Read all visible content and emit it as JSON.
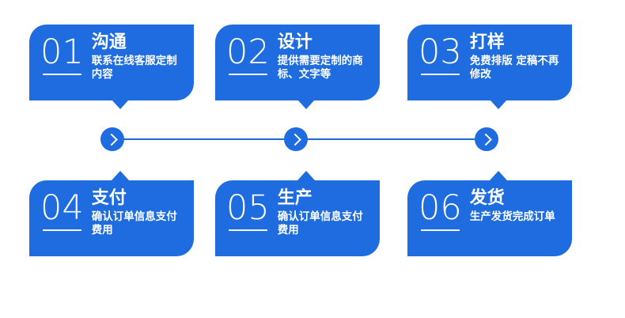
{
  "colors": {
    "card_background": "#1e6ce0",
    "connector_line": "#1b6bd6",
    "connector_dot": "#1e6ce0",
    "text": "#ffffff",
    "page_background": "#ffffff"
  },
  "steps": [
    {
      "number": "01",
      "title": "沟通",
      "desc": "联系在线客服定制内容",
      "row": 1,
      "column": 1
    },
    {
      "number": "02",
      "title": "设计",
      "desc": "提供需要定制的商标、文字等",
      "row": 1,
      "column": 2
    },
    {
      "number": "03",
      "title": "打样",
      "desc": "免费排版 定稿不再修改",
      "row": 1,
      "column": 3
    },
    {
      "number": "04",
      "title": "支付",
      "desc": "确认订单信息支付费用",
      "row": 2,
      "column": 1
    },
    {
      "number": "05",
      "title": "生产",
      "desc": "确认订单信息支付费用",
      "row": 2,
      "column": 2
    },
    {
      "number": "06",
      "title": "发货",
      "desc": "生产发货完成订单",
      "row": 2,
      "column": 3
    }
  ],
  "connector": {
    "arrows": [
      {
        "icon": "chevron-right-icon"
      },
      {
        "icon": "chevron-right-icon"
      },
      {
        "icon": "chevron-right-icon"
      }
    ]
  }
}
